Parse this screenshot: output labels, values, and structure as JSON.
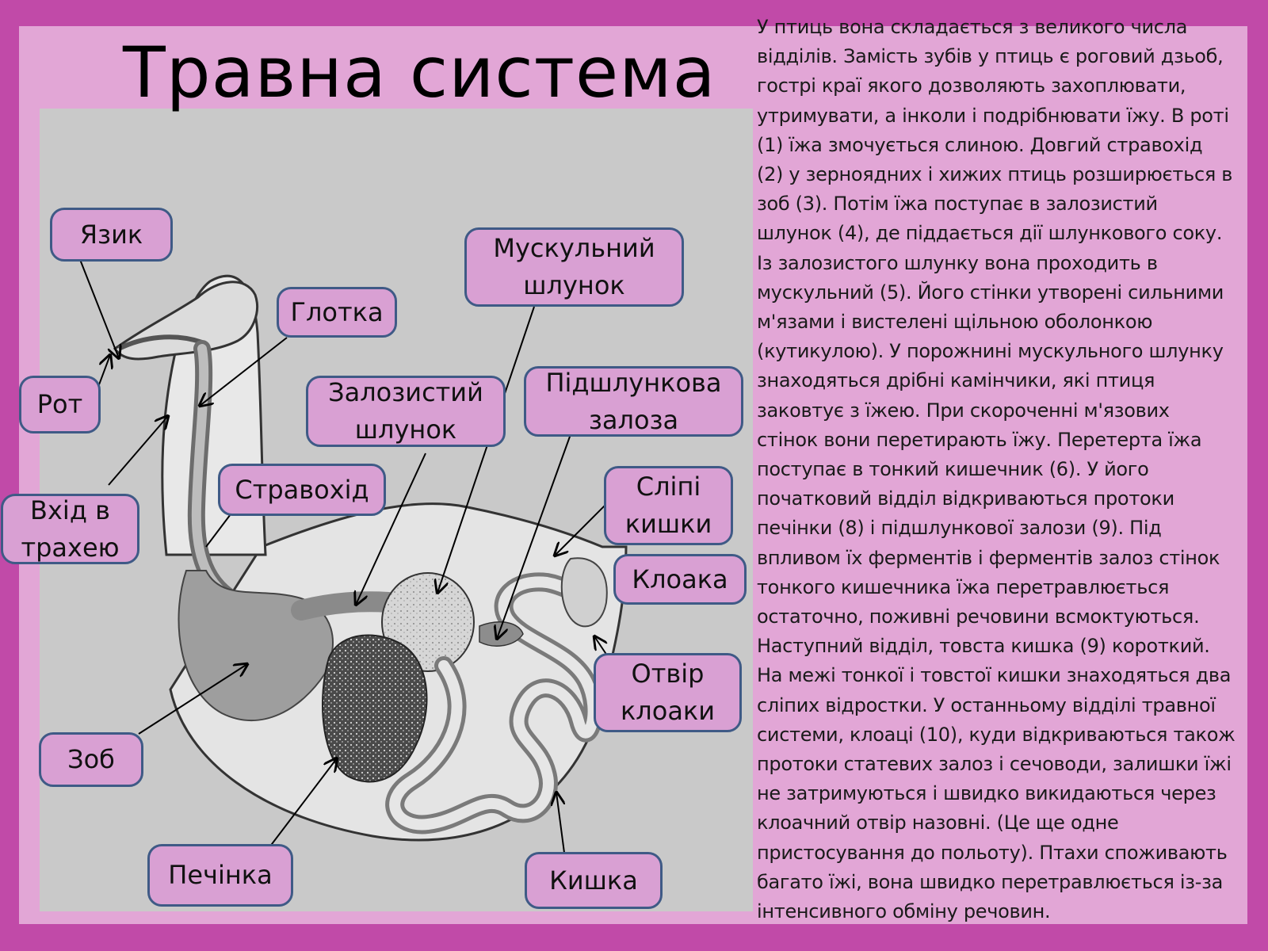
{
  "slide": {
    "title": "Травна система",
    "colors": {
      "frame": "#c14aa8",
      "panel": "#e2a6d6",
      "callout_fill": "#d9a0d3",
      "callout_border": "#3f5a86"
    }
  },
  "labels": {
    "tongue": "Язик",
    "mouth": "Рот",
    "pharynx": "Глотка",
    "trachea_entrance": "Вхід в трахею",
    "esophagus": "Стравохід",
    "glandular_stomach": "Залозистий шлунок",
    "muscular_stomach": "Мускульний шлунок",
    "pancreas": "Підшлункова залоза",
    "ceca": "Сліпі кишки",
    "cloaca": "Клоака",
    "cloaca_opening": "Отвір клоаки",
    "crop": "Зоб",
    "liver": "Печінка",
    "intestine": "Кишка"
  },
  "description_lines": [
    "У птиць вона складається з великого числа",
    "відділів. Замість зубів у птиць є роговий дзьоб,",
    "гострі краї якого дозволяють захоплювати,",
    "утримувати, а інколи і подрібнювати їжу. В роті",
    "(1) їжа змочується слиною. Довгий стравохід",
    "(2) у зерноядних і хижих птиць розширюється в",
    "зоб (3). Потім їжа поступає в залозистий",
    "шлунок (4), де піддається дії шлункового соку.",
    "Із залозистого шлунку вона проходить в",
    "мускульний (5). Його стінки утворені сильними",
    "м'язами і вистелені щільною оболонкою",
    "(кутикулою). У порожнині мускульного шлунку",
    "знаходяться дрібні камінчики, які птиця",
    "заковтує з їжею. При скороченні м'язових",
    "стінок вони перетирають їжу. Перетерта їжа",
    "поступає в тонкий кишечник (6). У його",
    "початковий відділ відкриваються протоки",
    "печінки (8) і підшлункової залози (9).  Під",
    "впливом їх ферментів і ферментів залоз стінок",
    "тонкого кишечника їжа перетравлюється",
    "остаточно, поживні речовини всмоктуються.",
    "Наступний відділ, товста кишка (9) короткий.",
    "На межі тонкої і товстої кишки знаходяться два",
    "сліпих відростки. У останньому відділі травної",
    "системи, клоаці (10), куди відкриваються також",
    "протоки статевих залоз і сечоводи, залишки їжі",
    "не затримуються і швидко викидаються через",
    "клоачний отвір назовні. (Це ще одне",
    "пристосування до польоту). Птахи споживають",
    "багато їжі, вона швидко перетравлюється із-за",
    "інтенсивного обміну речовин."
  ]
}
